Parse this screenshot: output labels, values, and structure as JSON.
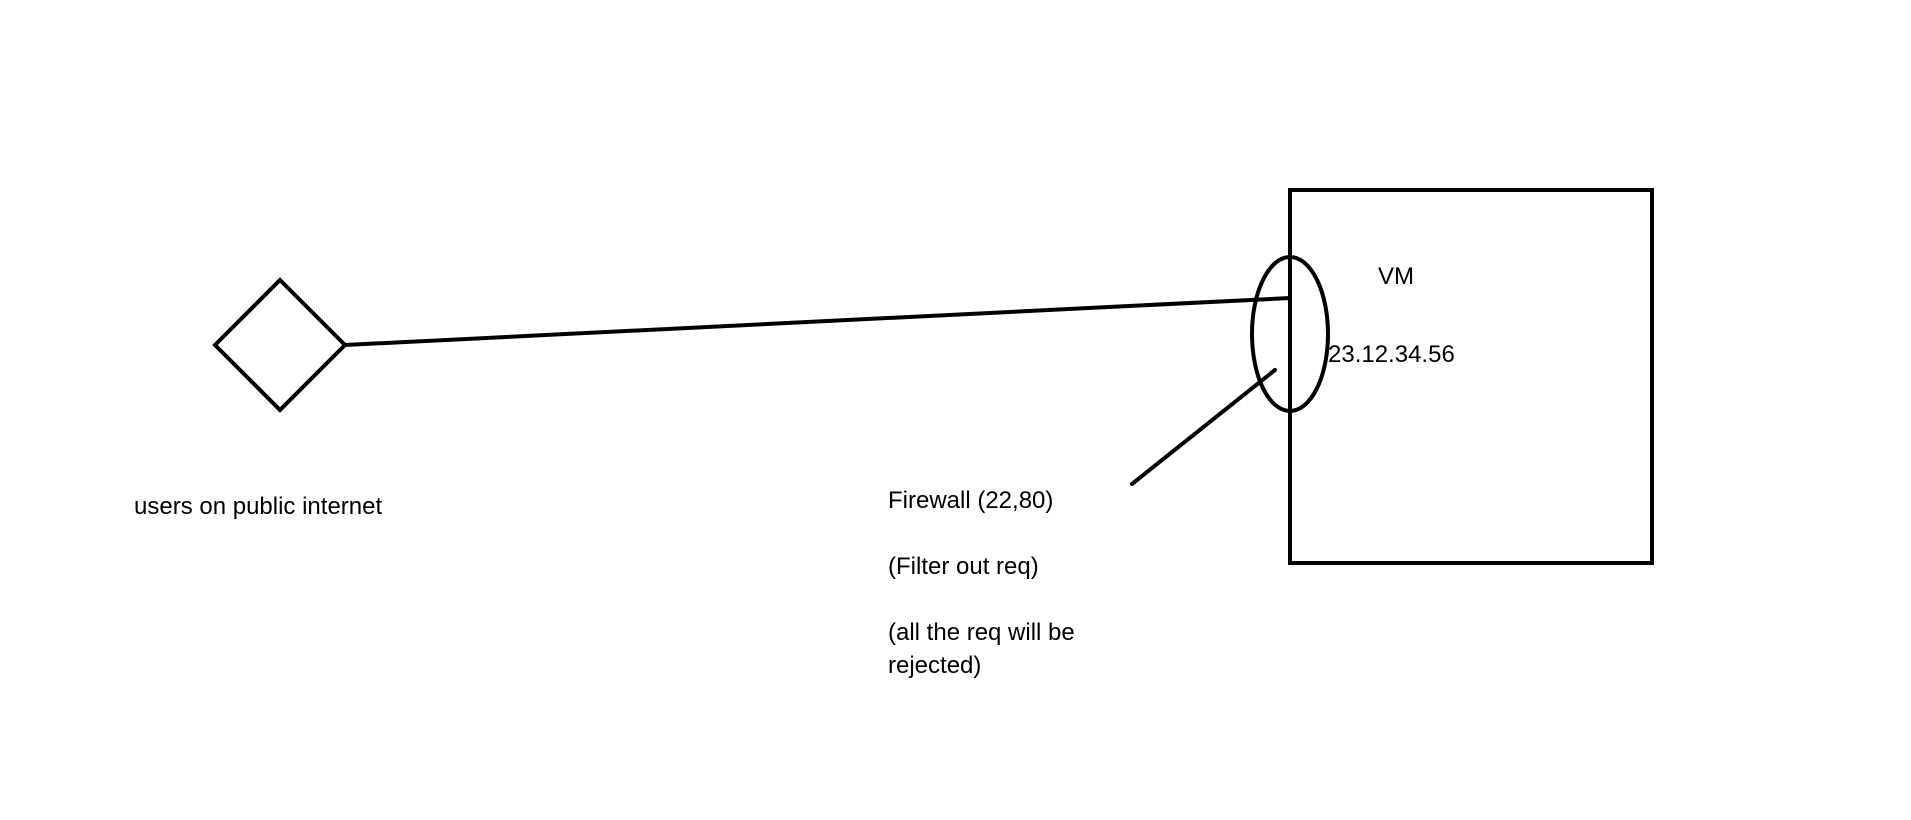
{
  "diagram": {
    "users_label": "users on public internet",
    "vm": {
      "title": "VM",
      "ip": "23.12.34.56"
    },
    "firewall": {
      "title": "Firewall (22,80)",
      "note1": "(Filter out req)",
      "note2": "(all the req will be rejected)"
    },
    "stroke_color": "#000000"
  }
}
